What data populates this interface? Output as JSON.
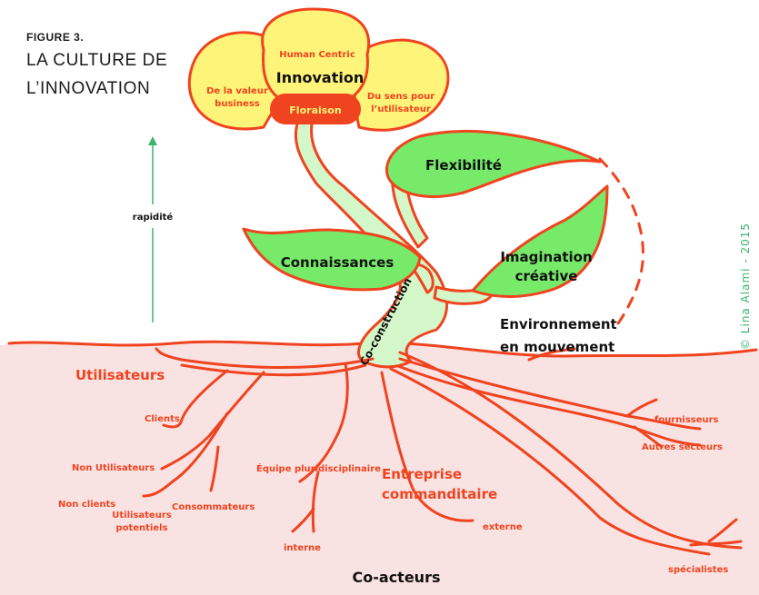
{
  "caption": {
    "figure_number": "FIGURE 3.",
    "title_line1": "LA CULTURE DE",
    "title_line2": "L’INNOVATION"
  },
  "credit": "© Lina Alami - 2015",
  "colors": {
    "root_red": "#f0431f",
    "soil_pink": "#f9e2e2",
    "leaf_green": "#77ea6a",
    "stem_green": "#d3f7c9",
    "petal_yellow": "#fff47a",
    "center_red": "#f0431f",
    "arrow_green": "#3cb371"
  },
  "flower": {
    "top": "Human Centric",
    "center": "Innovation",
    "left_line1": "De la valeur",
    "left_line2": "business",
    "right_line1": "Du sens pour",
    "right_line2": "l’utilisateur",
    "bloom": "Floraison"
  },
  "leaves": {
    "flexibility": "Flexibilité",
    "knowledge": "Connaissances",
    "imagination_line1": "Imagination",
    "imagination_line2": "créative"
  },
  "stem": "Co-construction",
  "speed": "rapidité",
  "environment": {
    "line1": "Environnement",
    "line2": "en mouvement"
  },
  "roots": {
    "users": "Utilisateurs",
    "clients": "Clients",
    "non_users": "Non Utilisateurs",
    "non_clients": "Non clients",
    "potential_line1": "Utilisateurs",
    "potential_line2": "potentiels",
    "consumers": "Consommateurs",
    "team": "Équipe pluridisciplinaire",
    "internal": "interne",
    "sponsor_line1": "Entreprise",
    "sponsor_line2": "commanditaire",
    "external": "externe",
    "suppliers": "fournisseurs",
    "other_sectors": "Autres secteurs",
    "specialists": "spécialistes"
  },
  "co_actors": "Co-acteurs"
}
